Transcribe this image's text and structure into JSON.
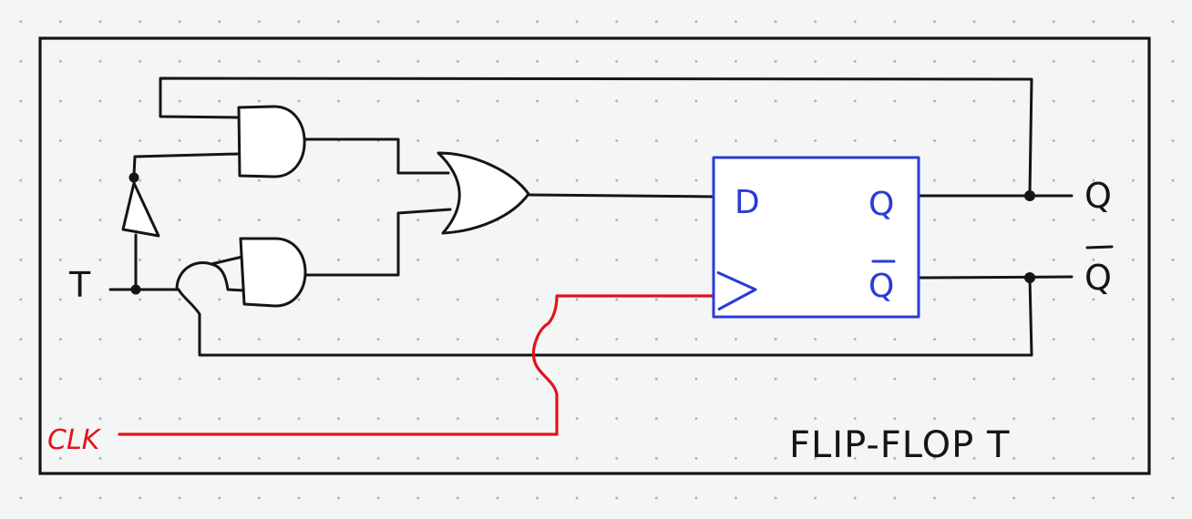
{
  "diagram": {
    "title": "FLIP-FLOP T",
    "inputs": {
      "t": "T",
      "clk": "CLK"
    },
    "outputs": {
      "q": "Q",
      "q_bar": "Q"
    },
    "flip_flop": {
      "type": "D flip-flop",
      "d_label": "D",
      "q_label": "Q",
      "q_bar_label": "Q"
    },
    "gates": [
      "and-gate",
      "and-gate",
      "or-gate",
      "not-gate"
    ],
    "colors": {
      "wire": "#151515",
      "clock": "#e0141b",
      "flip_flop": "#2b3bd6"
    }
  }
}
